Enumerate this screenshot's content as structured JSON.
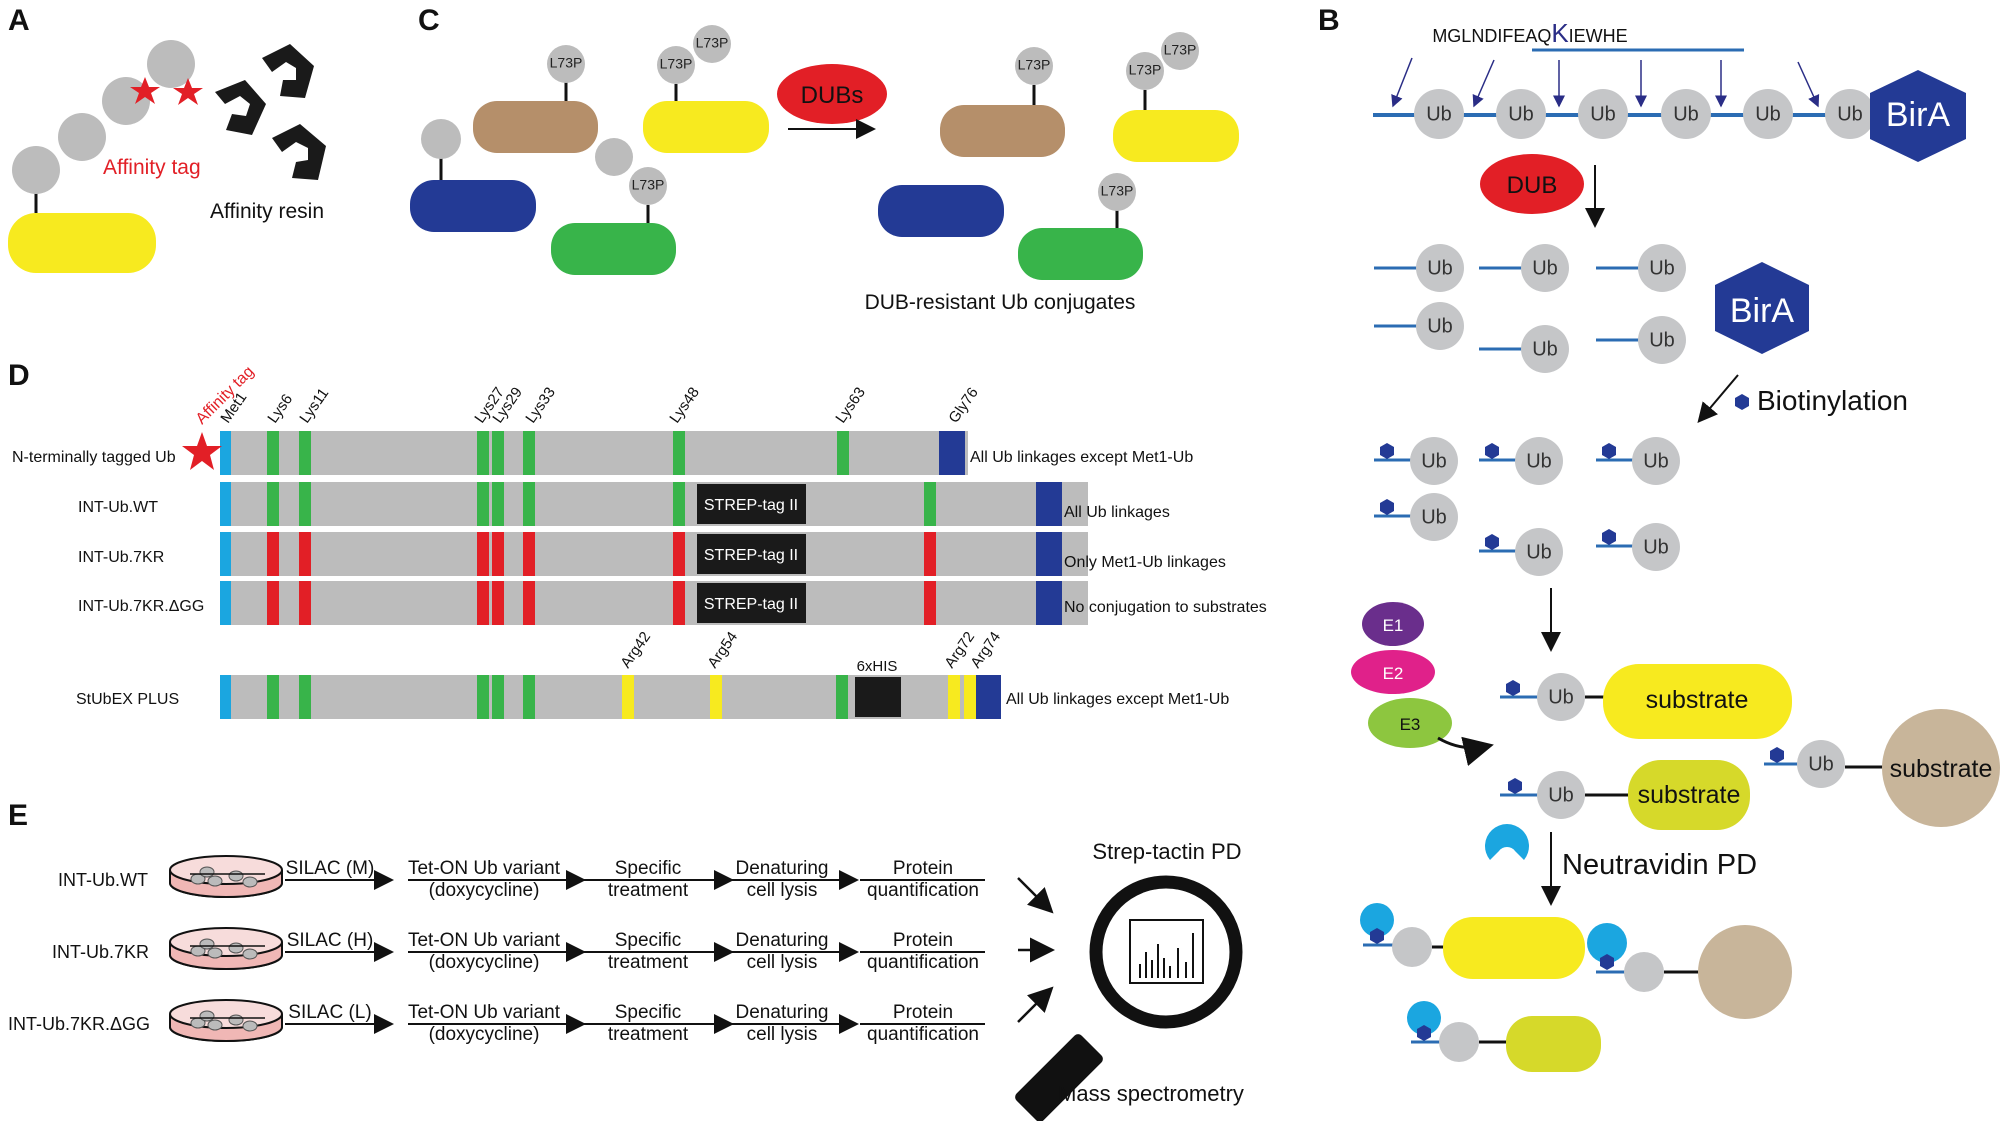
{
  "panels": {
    "a": "A",
    "b": "B",
    "c": "C",
    "d": "D",
    "e": "E"
  },
  "panel_a": {
    "tag": "Affinity tag",
    "resin": "Affinity resin"
  },
  "panel_c": {
    "mutation": "L73P",
    "dubs": "DUBs",
    "caption": "DUB-resistant Ub conjugates"
  },
  "panel_b": {
    "sequence_pre": "MGLNDIFEAQ",
    "sequence_k": "K",
    "sequence_post": "IEWHE",
    "ub": "Ub",
    "bira": "BirA",
    "dub": "DUB",
    "biotinylation": "Biotinylation",
    "e1": "E1",
    "e2": "E2",
    "e3": "E3",
    "substrate": "substrate",
    "neutravidin": "Neutravidin PD"
  },
  "panel_d": {
    "rows": [
      {
        "name": "N-terminally tagged Ub",
        "desc": "All Ub linkages except Met1-Ub"
      },
      {
        "name": "INT-Ub.WT",
        "desc": "All Ub linkages"
      },
      {
        "name": "INT-Ub.7KR",
        "desc": "Only Met1-Ub linkages"
      },
      {
        "name": "INT-Ub.7KR.ΔGG",
        "desc": "No conjugation to substrates"
      },
      {
        "name": "StUbEX PLUS",
        "desc": "All Ub linkages except Met1-Ub"
      }
    ],
    "affinity_tag": "Affinity tag",
    "sites": [
      "Met1",
      "Lys6",
      "Lys11",
      "Lys27",
      "Lys29",
      "Lys33",
      "Lys48",
      "Lys63",
      "Gly76"
    ],
    "strep": "STREP-tag II",
    "his": "6xHIS",
    "args": [
      "Arg42",
      "Arg54",
      "Arg72",
      "Arg74"
    ]
  },
  "panel_e": {
    "rows": [
      {
        "name": "INT-Ub.WT",
        "silac": "SILAC (M)"
      },
      {
        "name": "INT-Ub.7KR",
        "silac": "SILAC (H)"
      },
      {
        "name": "INT-Ub.7KR.ΔGG",
        "silac": "SILAC (L)"
      }
    ],
    "steps": [
      {
        "l1": "Tet-ON Ub variant",
        "l2": "(doxycycline)"
      },
      {
        "l1": "Specific",
        "l2": "treatment"
      },
      {
        "l1": "Denaturing",
        "l2": "cell lysis"
      },
      {
        "l1": "Protein",
        "l2": "quantification"
      }
    ],
    "strep_pd": "Strep-tactin PD",
    "ms": "Mass spectrometry"
  },
  "colors": {
    "yellow": "#f7ea1f",
    "tan": "#b58f6a",
    "blue": "#233a95",
    "green": "#38b44a",
    "red": "#e21f26",
    "grey": "#bcbcbc",
    "ub_grey": "#c5c6c8",
    "line": "#2b6cb3",
    "cyan": "#1ba6e0",
    "olive": "#d6d92a",
    "purple": "#6a2e8c",
    "magenta": "#e0218a",
    "lime": "#8dc63f",
    "beige": "#c8b59a"
  }
}
